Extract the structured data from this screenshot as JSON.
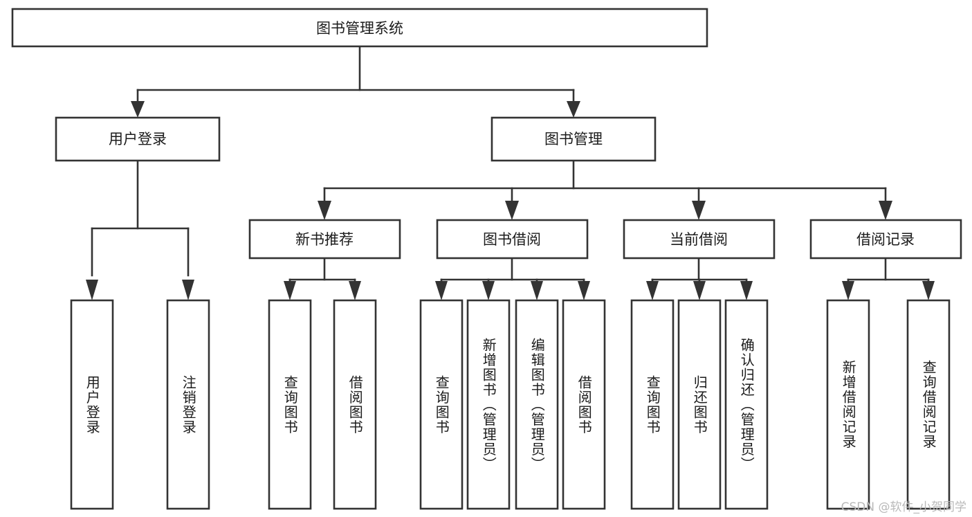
{
  "diagram": {
    "title": "图书管理系统",
    "type": "hierarchy-tree",
    "orientation": "top-down",
    "colors": {
      "box_stroke": "#333333",
      "box_fill": "#ffffff",
      "text": "#1b1b1b",
      "background": "#ffffff",
      "watermark": "#b9b9b9"
    },
    "root": {
      "label": "图书管理系统"
    },
    "level2": [
      {
        "label": "用户登录"
      },
      {
        "label": "图书管理"
      }
    ],
    "level3": [
      {
        "label": "新书推荐"
      },
      {
        "label": "图书借阅"
      },
      {
        "label": "当前借阅"
      },
      {
        "label": "借阅记录"
      }
    ],
    "leaves": {
      "user_login": [
        {
          "label": "用户登录"
        },
        {
          "label": "注销登录"
        }
      ],
      "new_book_recommend": [
        {
          "label": "查询图书"
        },
        {
          "label": "借阅图书"
        }
      ],
      "book_borrow": [
        {
          "label": "查询图书"
        },
        {
          "label": "新增图书（管理员）"
        },
        {
          "label": "编辑图书（管理员）"
        },
        {
          "label": "借阅图书"
        }
      ],
      "current_borrow": [
        {
          "label": "查询图书"
        },
        {
          "label": "归还图书"
        },
        {
          "label": "确认归还（管理员）"
        }
      ],
      "borrow_record": [
        {
          "label": "新增借阅记录"
        },
        {
          "label": "查询借阅记录"
        }
      ]
    }
  },
  "watermark": {
    "text": "CSDN @软件_小贺同学"
  }
}
